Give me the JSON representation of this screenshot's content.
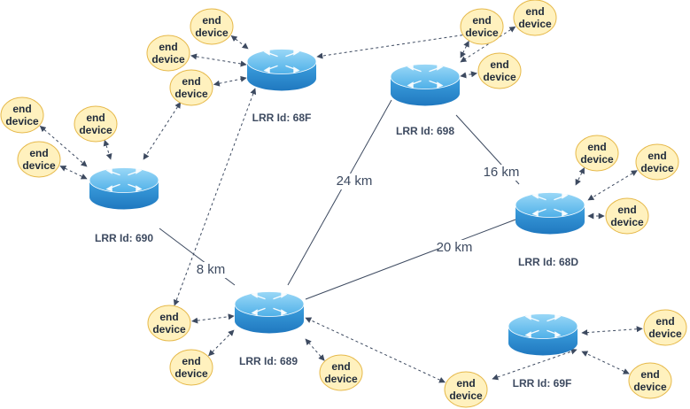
{
  "routers": [
    {
      "id": "r690",
      "label": "LRR Id: 690"
    },
    {
      "id": "r68F",
      "label": "LRR Id: 68F"
    },
    {
      "id": "r698",
      "label": "LRR Id: 698"
    },
    {
      "id": "r68D",
      "label": "LRR Id: 68D"
    },
    {
      "id": "r689",
      "label": "LRR Id: 689"
    },
    {
      "id": "r69F",
      "label": "LRR Id: 69F"
    }
  ],
  "device_label": [
    "end",
    "device"
  ],
  "links": [
    {
      "from": "r690",
      "to": "r689",
      "label": "8 km"
    },
    {
      "from": "r698",
      "to": "r689",
      "label": "24 km"
    },
    {
      "from": "r698",
      "to": "r68D",
      "label": "16 km"
    },
    {
      "from": "r68D",
      "to": "r689",
      "label": "20 km"
    }
  ],
  "colors": {
    "router_top": "#6ec3f0",
    "router_side": "#2a8bd0",
    "device_fill": "#fff1be",
    "device_stroke": "#e6b94a",
    "line": "#3d4a60"
  },
  "icons": {
    "router": "router-icon",
    "device": "end-device-icon"
  }
}
